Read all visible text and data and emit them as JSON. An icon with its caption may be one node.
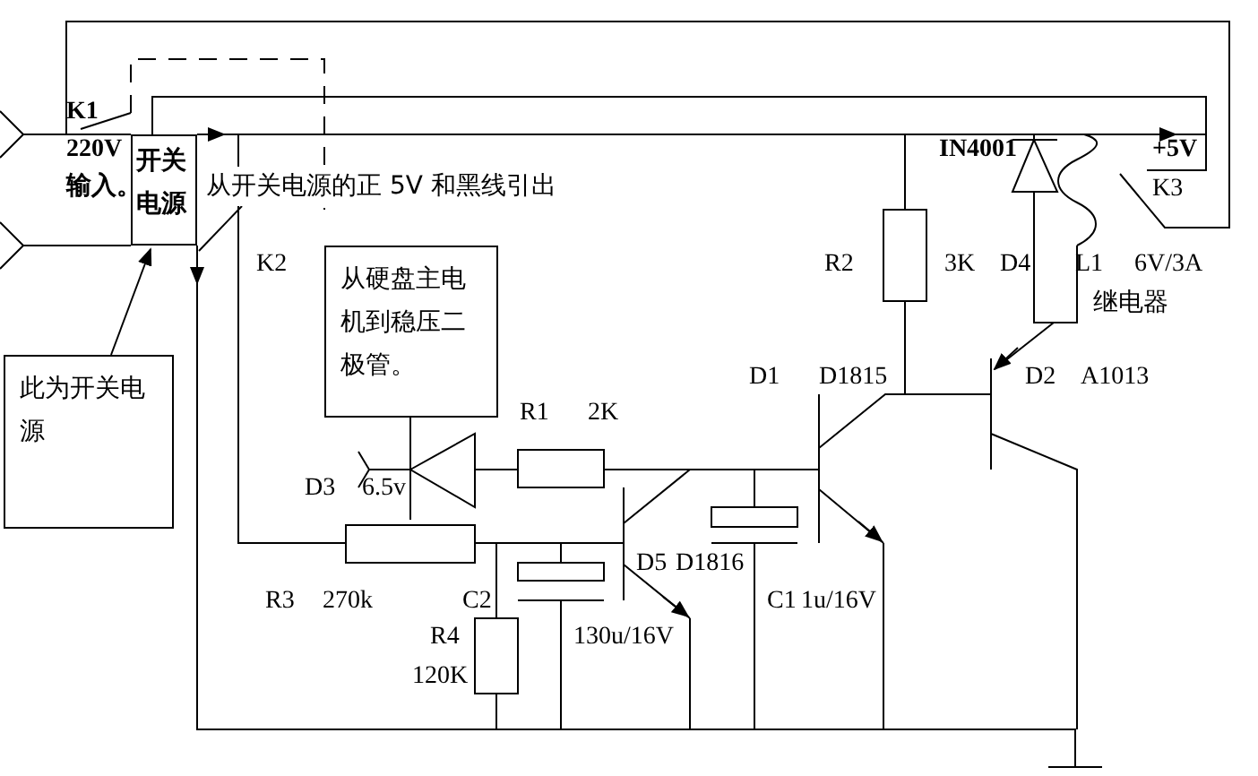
{
  "diagram": {
    "nodes": [
      {
        "text": [
          "开关电源"
        ]
      },
      {
        "text": [
          "此为开关电源"
        ]
      },
      {
        "text": [
          "从开关电源的正 5V 和黑线引出"
        ]
      },
      {
        "text": [
          "从硬盘主电机到稳压二极管。"
        ]
      }
    ],
    "edges": [
      {
        "from": 1,
        "to": 0,
        "arrow": "to"
      },
      {
        "from": 2,
        "to": 0,
        "arrow": "none"
      }
    ],
    "labels": [
      "K1",
      "220V",
      "输入。",
      "IN4001",
      "+5V",
      "K3",
      "K2",
      "R2",
      "3K",
      "D4",
      "L1",
      "6V/3A",
      "继电器",
      "D1",
      "D1815",
      "D2",
      "A1013",
      "R1",
      "2K",
      "D3",
      "6.5v",
      "D5",
      "D1816",
      "R3",
      "270k",
      "C2",
      "C1",
      "1u/16V",
      "R4",
      "130u/16V",
      "120K"
    ]
  }
}
